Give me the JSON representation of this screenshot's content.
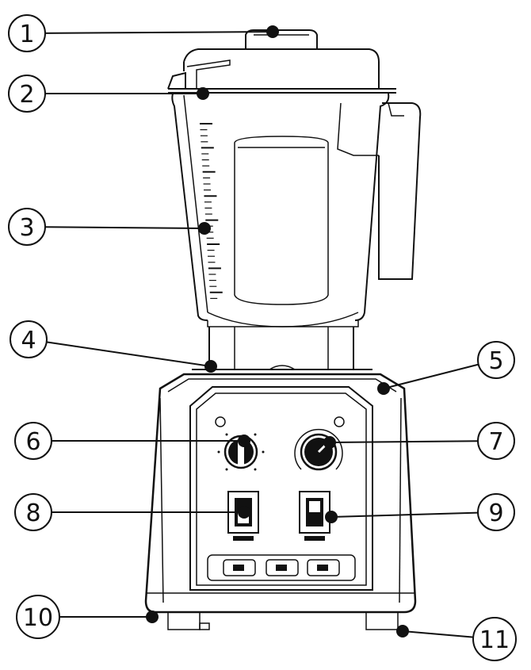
{
  "diagram": {
    "callouts": [
      {
        "number": "1",
        "target": "lid-cap"
      },
      {
        "number": "2",
        "target": "lid"
      },
      {
        "number": "3",
        "target": "jar-scale"
      },
      {
        "number": "4",
        "target": "jar-base"
      },
      {
        "number": "5",
        "target": "motor-base"
      },
      {
        "number": "6",
        "target": "timer-knob"
      },
      {
        "number": "7",
        "target": "speed-knob"
      },
      {
        "number": "8",
        "target": "power-switch"
      },
      {
        "number": "9",
        "target": "pulse-switch"
      },
      {
        "number": "10",
        "target": "left-foot"
      },
      {
        "number": "11",
        "target": "right-foot"
      }
    ],
    "colors": {
      "line": "#111111",
      "background": "#ffffff"
    }
  }
}
